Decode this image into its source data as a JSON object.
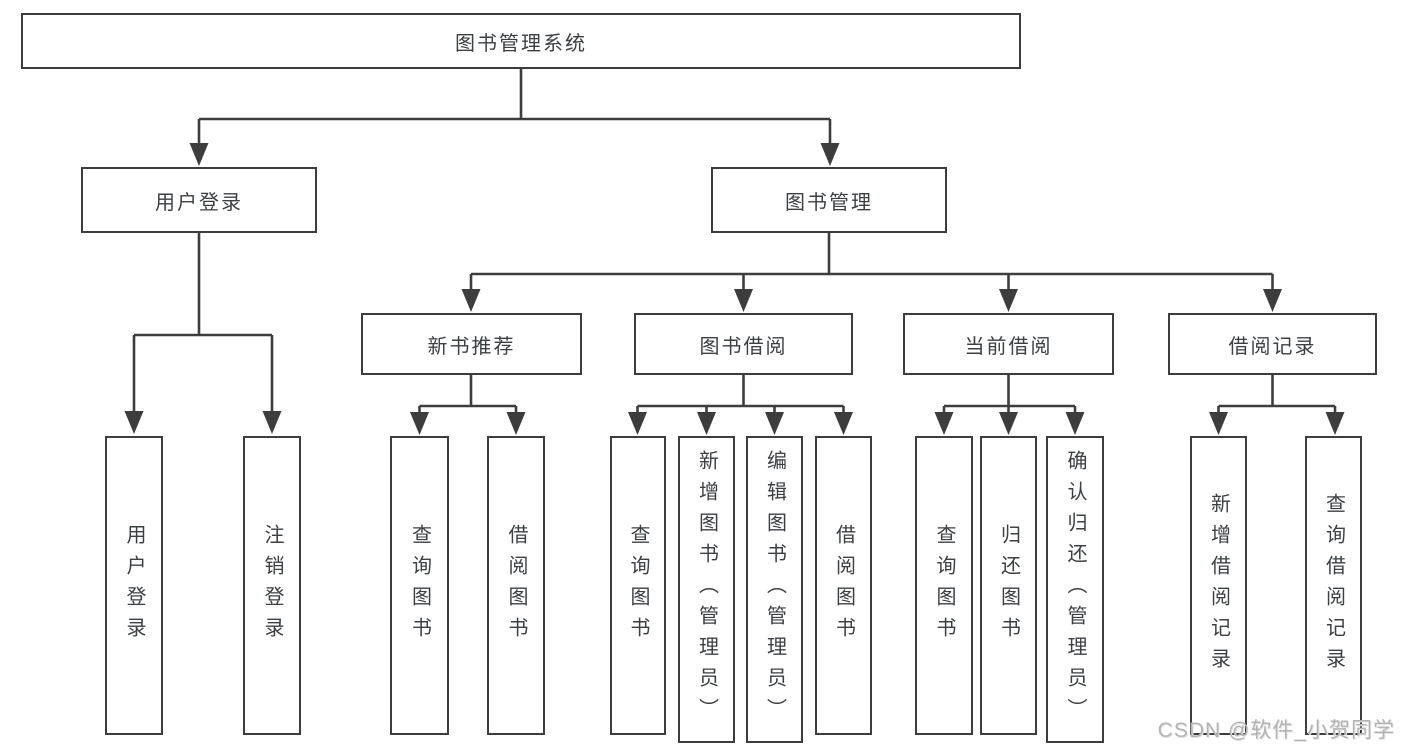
{
  "root": {
    "label": "图书管理系统"
  },
  "branches": [
    {
      "label": "用户登录",
      "children": [
        {
          "label": "用户登录"
        },
        {
          "label": "注销登录"
        }
      ]
    },
    {
      "label": "图书管理",
      "children": [
        {
          "label": "新书推荐",
          "children": [
            {
              "label": "查询图书"
            },
            {
              "label": "借阅图书"
            }
          ]
        },
        {
          "label": "图书借阅",
          "children": [
            {
              "label": "查询图书"
            },
            {
              "label": "新增图书（管理员）"
            },
            {
              "label": "编辑图书（管理员）"
            },
            {
              "label": "借阅图书"
            }
          ]
        },
        {
          "label": "当前借阅",
          "children": [
            {
              "label": "查询图书"
            },
            {
              "label": "归还图书"
            },
            {
              "label": "确认归还（管理员）"
            }
          ]
        },
        {
          "label": "借阅记录",
          "children": [
            {
              "label": "新增借阅记录"
            },
            {
              "label": "查询借阅记录"
            }
          ]
        }
      ]
    }
  ],
  "watermark": "CSDN @软件_小贺同学",
  "colors": {
    "line": "#3d3d3d",
    "text": "#3c4043",
    "background": "#ffffff",
    "watermark": "#b3b3b3"
  }
}
